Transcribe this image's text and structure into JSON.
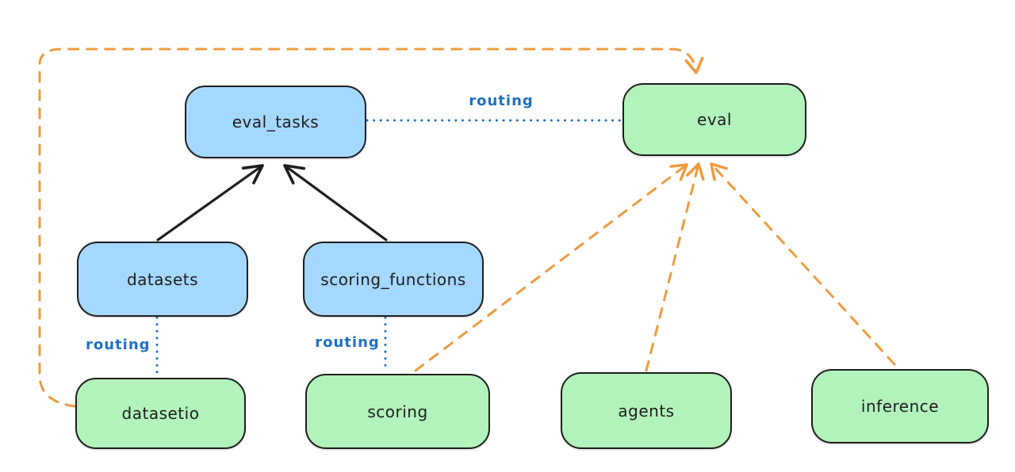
{
  "diagram": {
    "background": "#ffffff",
    "colors": {
      "node_border": "#1e1e1e",
      "blue_node_fill": "#a5d8ff",
      "green_node_fill": "#b2f2bb",
      "routing_blue": "#1f71c2",
      "provider_orange": "#ed9b3e",
      "solid_arrow_black": "#1e1e1e"
    },
    "nodes": {
      "eval_tasks": {
        "label": "eval_tasks",
        "fill": "#a5d8ff"
      },
      "eval": {
        "label": "eval",
        "fill": "#b2f2bb"
      },
      "datasets": {
        "label": "datasets",
        "fill": "#a5d8ff"
      },
      "scoring_functions": {
        "label": "scoring_functions",
        "fill": "#a5d8ff"
      },
      "datasetio": {
        "label": "datasetio",
        "fill": "#b2f2bb"
      },
      "scoring": {
        "label": "scoring",
        "fill": "#b2f2bb"
      },
      "agents": {
        "label": "agents",
        "fill": "#b2f2bb"
      },
      "inference": {
        "label": "inference",
        "fill": "#b2f2bb"
      }
    },
    "edges": [
      {
        "from": "datasets",
        "to": "eval_tasks",
        "style": "solid-arrow",
        "color": "#1e1e1e"
      },
      {
        "from": "scoring_functions",
        "to": "eval_tasks",
        "style": "solid-arrow",
        "color": "#1e1e1e"
      },
      {
        "from": "eval_tasks",
        "to": "eval",
        "style": "dotted",
        "color": "#1f71c2",
        "label": "routing"
      },
      {
        "from": "datasets",
        "to": "datasetio",
        "style": "dotted",
        "color": "#1f71c2",
        "label": "routing"
      },
      {
        "from": "scoring_functions",
        "to": "scoring",
        "style": "dotted",
        "color": "#1f71c2",
        "label": "routing"
      },
      {
        "from": "datasetio",
        "to": "eval",
        "style": "dashed-arrow",
        "color": "#ed9b3e"
      },
      {
        "from": "scoring",
        "to": "eval",
        "style": "dashed-arrow",
        "color": "#ed9b3e"
      },
      {
        "from": "agents",
        "to": "eval",
        "style": "dashed-arrow",
        "color": "#ed9b3e"
      },
      {
        "from": "inference",
        "to": "eval",
        "style": "dashed-arrow",
        "color": "#ed9b3e"
      }
    ]
  }
}
